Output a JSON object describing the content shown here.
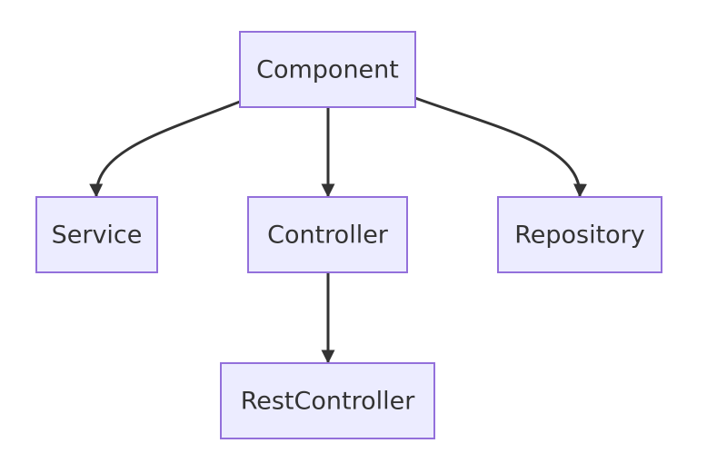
{
  "colors": {
    "node_fill": "#ECECFF",
    "node_stroke": "#9370DB",
    "edge": "#333333",
    "text": "#333333",
    "background": "#FFFFFF"
  },
  "nodes": {
    "component": "Component",
    "service": "Service",
    "controller": "Controller",
    "repository": "Repository",
    "rest_controller": "RestController"
  },
  "edges": [
    {
      "from": "Component",
      "to": "Service"
    },
    {
      "from": "Component",
      "to": "Controller"
    },
    {
      "from": "Component",
      "to": "Repository"
    },
    {
      "from": "Controller",
      "to": "RestController"
    }
  ]
}
